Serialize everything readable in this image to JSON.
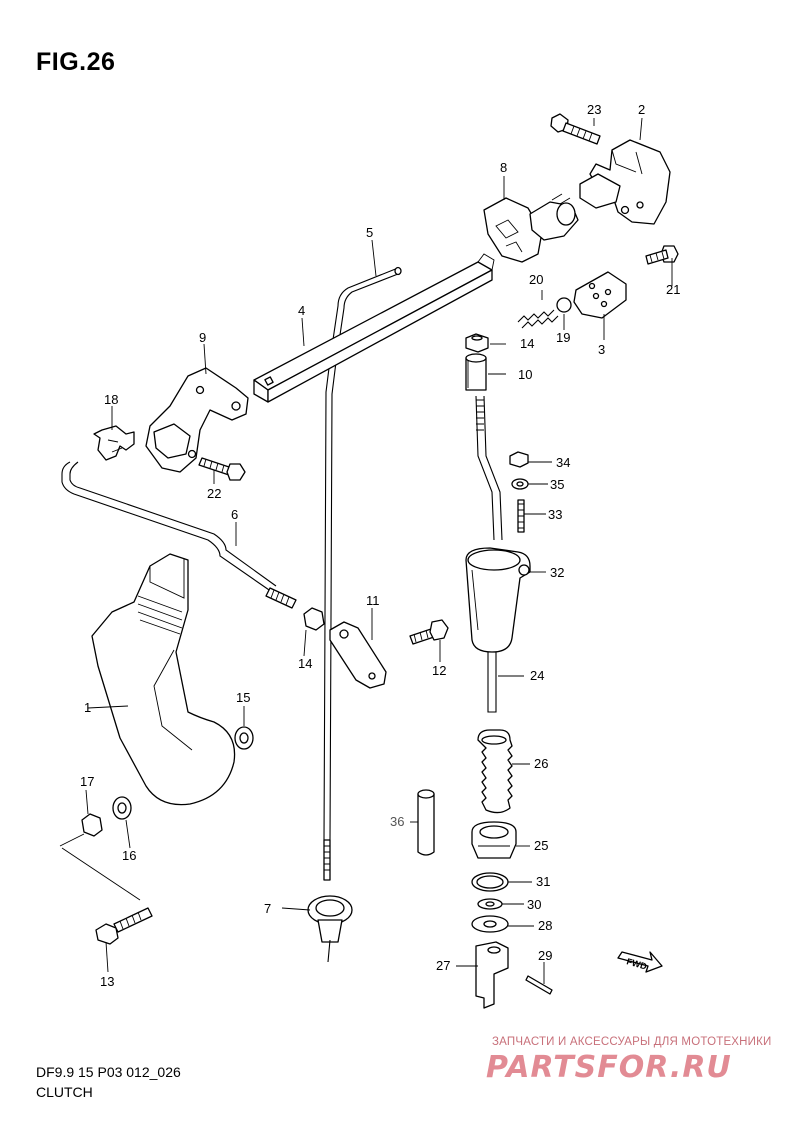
{
  "figure": {
    "title": "FIG.26",
    "code": "DF9.9 15 P03 012_026",
    "caption": "CLUTCH"
  },
  "watermark": {
    "line1": "ЗАПЧАСТИ И АКСЕССУАРЫ ДЛЯ МОТОТЕХНИКИ",
    "logo": "PARTSFOR.RU"
  },
  "fwd_arrow": {
    "label": "FWD"
  },
  "callouts": {
    "c1": "1",
    "c2": "2",
    "c3": "3",
    "c4": "4",
    "c5": "5",
    "c6": "6",
    "c7": "7",
    "c8": "8",
    "c9": "9",
    "c10": "10",
    "c11": "11",
    "c12": "12",
    "c13": "13",
    "c14a": "14",
    "c14b": "14",
    "c15": "15",
    "c16": "16",
    "c17": "17",
    "c18": "18",
    "c19": "19",
    "c20": "20",
    "c21": "21",
    "c22": "22",
    "c23": "23",
    "c24": "24",
    "c25": "25",
    "c26": "26",
    "c27": "27",
    "c28": "28",
    "c29": "29",
    "c30": "30",
    "c31": "31",
    "c32": "32",
    "c33": "33",
    "c34": "34",
    "c35": "35",
    "c36": "36"
  }
}
